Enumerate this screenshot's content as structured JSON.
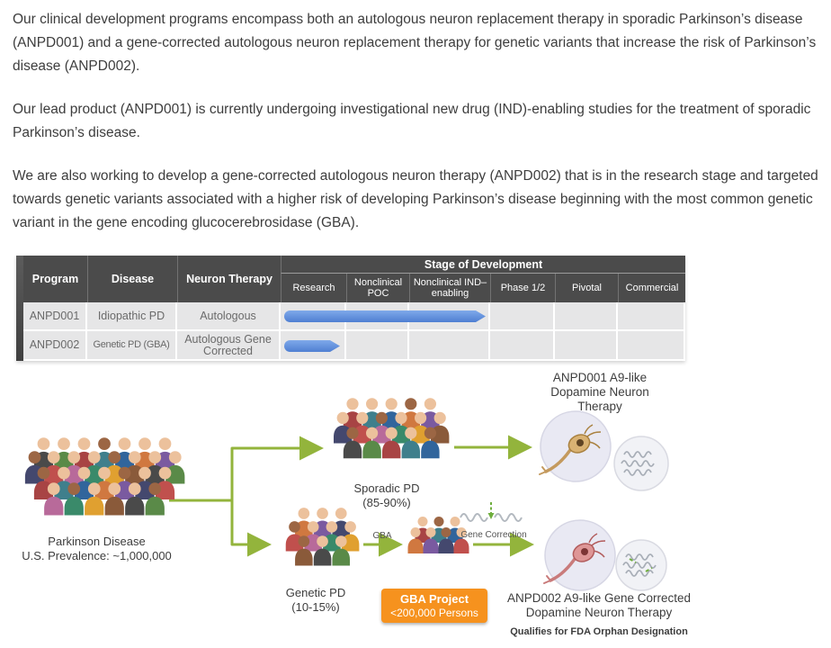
{
  "intro": {
    "p1": "Our clinical development programs encompass both an autologous neuron replacement therapy in sporadic Parkinson’s disease (ANPD001) and a gene-corrected autologous neuron replacement therapy for genetic variants that increase the risk of Parkinson’s disease (ANPD002).",
    "p2": "Our lead product (ANPD001) is currently undergoing investigational new drug (IND)-enabling studies for the treatment of sporadic Parkinson’s disease.",
    "p3": "We are also working to develop a gene-corrected autologous neuron therapy (ANPD002) that is in the research stage and targeted towards genetic variants associated with a higher risk of developing Parkinson’s disease beginning with the most common genetic variant in the gene encoding glucocerebrosidase (GBA)."
  },
  "pipeline_table": {
    "stage_header": "Stage of Development",
    "columns": {
      "program": "Program",
      "disease": "Disease",
      "therapy": "Neuron Therapy"
    },
    "stages": [
      "Research",
      "Nonclinical POC",
      "Nonclinical IND–enabling",
      "Phase 1/2",
      "Pivotal",
      "Commercial"
    ],
    "rows": [
      {
        "program": "ANPD001",
        "disease": "Idiopathic PD",
        "therapy": "Autologous",
        "progress_to": "Nonclinical IND–enabling"
      },
      {
        "program": "ANPD002",
        "disease": "Genetic PD (GBA)",
        "therapy": "Autologous Gene Corrected",
        "progress_to": "Research"
      }
    ],
    "bar_color": "#5b8dd9"
  },
  "diagram": {
    "arrow_color": "#93b43c",
    "source_label": "Parkinson Disease\nU.S. Prevalence: ~1,000,000",
    "sporadic_label": "Sporadic PD\n(85-90%)",
    "genetic_label": "Genetic PD\n(10-15%)",
    "gba_arrow_label": "GBA",
    "gene_correction_label": "Gene Correction",
    "gba_project_line1": "GBA Project",
    "gba_project_line2": "<200,000 Persons",
    "gba_project_color": "#f6921e",
    "anpd001_label": "ANPD001 A9-like\nDopamine Neuron\nTherapy",
    "anpd002_label": "ANPD002 A9-like Gene Corrected\nDopamine Neuron Therapy",
    "orphan_label": "Qualifies for FDA Orphan Designation"
  }
}
